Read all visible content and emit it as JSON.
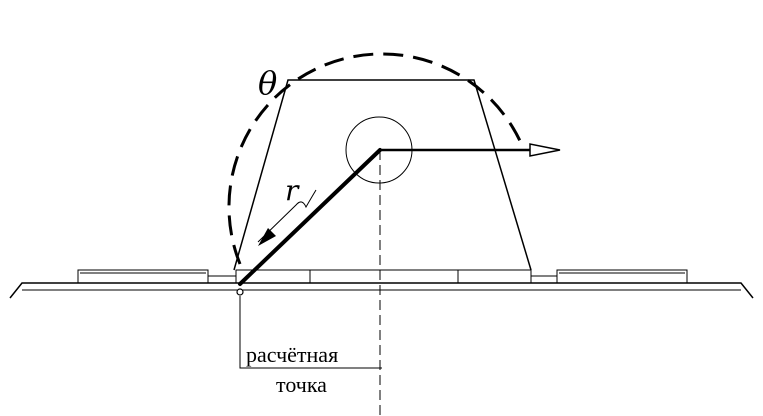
{
  "labels": {
    "theta": "θ",
    "r": "r",
    "point_line1": "расчётная",
    "point_line2": "точка"
  },
  "colors": {
    "ink": "#000000",
    "background": "#ffffff"
  }
}
